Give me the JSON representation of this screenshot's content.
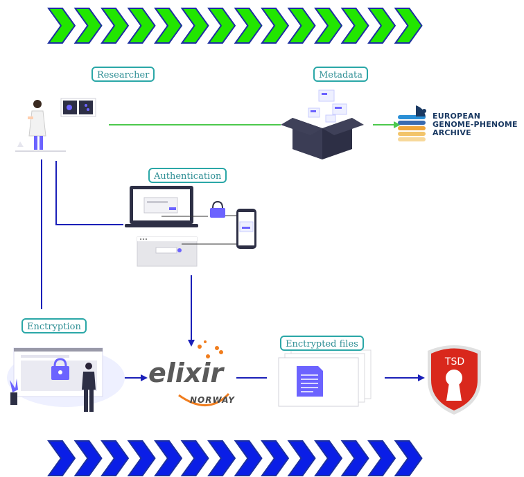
{
  "labels": {
    "researcher": "Researcher",
    "metadata": "Metadata",
    "authentication": "Authentication",
    "encryption": "Enctryption",
    "encrypted_files": "Enctrypted files"
  },
  "ega": {
    "line1": "EUROPEAN",
    "line2": "GENOME-PHENOME",
    "line3": "ARCHIVE"
  },
  "elixir": {
    "name": "elixir",
    "country": "NORWAY"
  },
  "tsd": {
    "label": "TSD"
  },
  "colors": {
    "green_arrow": "#22e600",
    "blue_arrow": "#0a1ee6",
    "chevron_outline": "#1c2fa0",
    "connector_green": "#4cc94c",
    "connector_blue": "#1a1fb8",
    "tag_border": "#2aa7a7",
    "accent_purple": "#6c63ff",
    "tsd_red": "#d9281c"
  },
  "icons": [
    "researcher-illustration",
    "metadata-box-illustration",
    "laptop-illustration",
    "padlock-icon",
    "phone-illustration",
    "browser-window-illustration",
    "encryption-illustration",
    "document-icon",
    "keyhole-shield-icon"
  ]
}
